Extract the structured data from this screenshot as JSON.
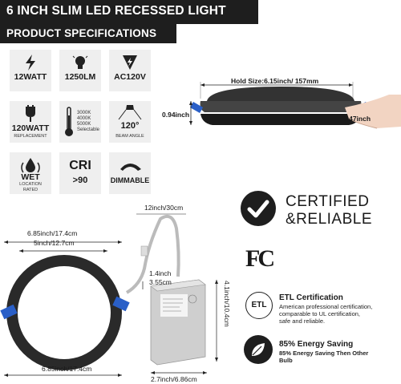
{
  "header": {
    "title": "6 INCH SLIM LED RECESSED LIGHT",
    "subtitle": "PRODUCT SPECIFICATIONS"
  },
  "specs": [
    {
      "icon": "lightning-icon",
      "label": "12WATT"
    },
    {
      "icon": "bulb-icon",
      "label": "1250LM"
    },
    {
      "icon": "voltage-icon",
      "label": "AC120V"
    },
    {
      "icon": "power-plug-icon",
      "label": "120WATT",
      "small": "REPLACEMENT"
    },
    {
      "icon": "thermometer-icon",
      "label": "",
      "temps": [
        "3000K",
        "4000K",
        "5000K",
        "Selectable"
      ]
    },
    {
      "icon": "beam-angle-icon",
      "label": "120°",
      "small": "BEAM ANGLE"
    },
    {
      "icon": "water-drop-icon",
      "label": "WET",
      "small1": "LOCATION",
      "small2": "RATED"
    },
    {
      "icon": "cri-icon",
      "label": "CRI",
      "label2": ">90"
    },
    {
      "icon": "dimmer-icon",
      "label": "DIMMABLE"
    }
  ],
  "side_view": {
    "hold_size": "Hold Size:6.15inch/ 157mm",
    "height": "0.94inch",
    "thickness": "0.47inch"
  },
  "front_view": {
    "outer_top": "6.85inch/17.4cm",
    "inner": "5inch/12.7cm",
    "outer_bottom": "6.85inch/17.4cm",
    "cable": "12inch/30cm",
    "box_depth_in": "1.4inch",
    "box_depth_cm": "3.55cm",
    "box_height": "4.1inch/10.4cm",
    "box_width": "2.7inch/6.86cm"
  },
  "features": {
    "certified_line1": "CERTIFIED",
    "certified_line2": "&RELIABLE",
    "fcc": "FC",
    "etl_badge": "ETL",
    "etl_title": "ETL Certification",
    "etl_desc": [
      "American professional certification,",
      "comparable to UL certification,",
      "safe and reliable."
    ],
    "energy_title": "85% Energy Saving",
    "energy_desc": [
      "85% Energy Saving Then Other",
      "Bulb"
    ]
  },
  "colors": {
    "dark": "#1e1e1e",
    "tile": "#efefef",
    "clip_blue": "#2a5fc7"
  }
}
